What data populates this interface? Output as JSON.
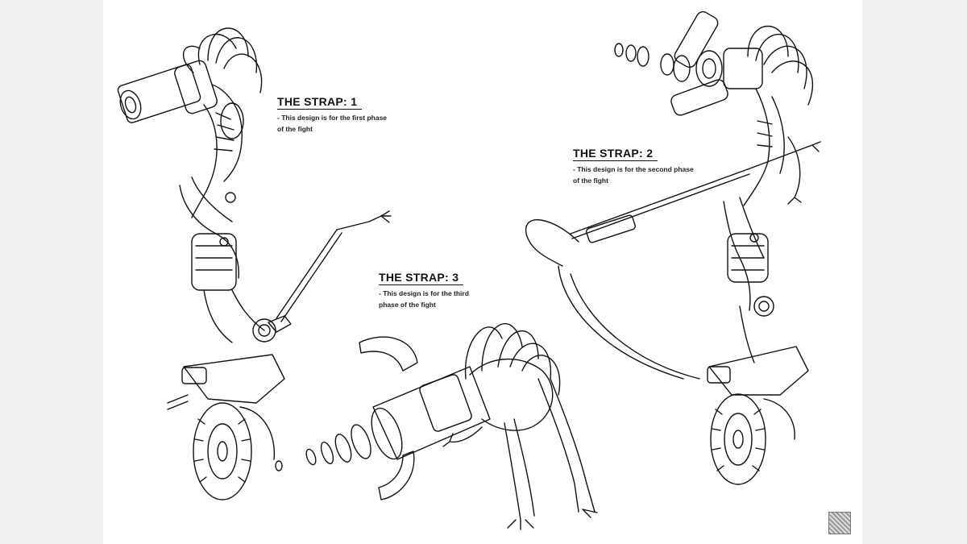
{
  "captions": [
    {
      "title": "THE STRAP: 1",
      "lines": [
        "- This design is for the first phase",
        "of the fight"
      ]
    },
    {
      "title": "THE STRAP: 2",
      "lines": [
        "- This design is for the second phase",
        "of the fight"
      ]
    },
    {
      "title": "THE STRAP: 3",
      "lines": [
        "- This design is for the third",
        "phase of the fight"
      ]
    }
  ],
  "figures": [
    "strap-1-sketch",
    "strap-2-sketch",
    "strap-3-sketch"
  ]
}
